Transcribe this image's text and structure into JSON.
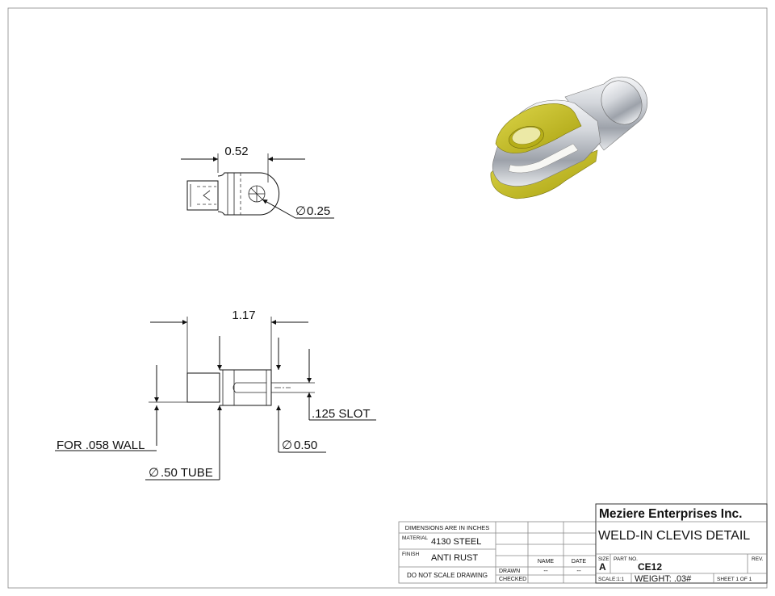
{
  "drawing": {
    "top_view": {
      "dim_width": "0.52",
      "dim_hole": "0.25"
    },
    "side_view": {
      "dim_length": "1.17",
      "dim_slot": ".125 SLOT",
      "dim_end_dia": "0.50",
      "dim_wall": "FOR .058 WALL",
      "dim_tube": ".50 TUBE"
    },
    "diameter_symbol": "∅"
  },
  "title_block": {
    "dimensions_note": "DIMENSIONS ARE IN INCHES",
    "material_label": "MATERIAL",
    "material_value": "4130 STEEL",
    "finish_label": "FINISH",
    "finish_value": "ANTI RUST",
    "no_scale_note": "DO NOT SCALE DRAWING",
    "name_header": "NAME",
    "date_header": "DATE",
    "drawn_label": "DRAWN",
    "drawn_name": "--",
    "drawn_date": "--",
    "checked_label": "CHECKED",
    "company": "Meziere Enterprises Inc.",
    "title": "WELD-IN CLEVIS DETAIL",
    "size_label": "SIZE",
    "size_value": "A",
    "part_no_label": "PART NO.",
    "part_no_value": "CE12",
    "rev_label": "REV.",
    "scale": "SCALE:1:1",
    "weight": "WEIGHT: .03#",
    "sheet": "SHEET 1 OF 1"
  },
  "colors": {
    "part_gold": "#c8c21a",
    "part_steel": "#c9ccd2"
  }
}
